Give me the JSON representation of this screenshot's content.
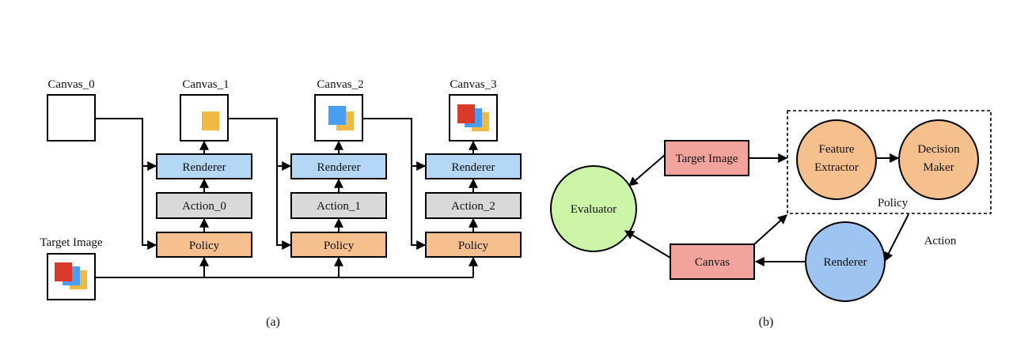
{
  "panel_a": {
    "canvases": [
      "Canvas_0",
      "Canvas_1",
      "Canvas_2",
      "Canvas_3"
    ],
    "target_label": "Target Image",
    "renderer_label": "Renderer",
    "policy_label": "Policy",
    "actions": [
      "Action_0",
      "Action_1",
      "Action_2"
    ],
    "caption": "(a)"
  },
  "panel_b": {
    "target_image": "Target Image",
    "feature_extractor_line1": "Feature",
    "feature_extractor_line2": "Extractor",
    "decision_maker_line1": "Decision",
    "decision_maker_line2": "Maker",
    "policy_label": "Policy",
    "evaluator": "Evaluator",
    "canvas": "Canvas",
    "renderer": "Renderer",
    "action_label": "Action",
    "caption": "(b)"
  },
  "colors": {
    "renderer_fill": "#b3d7f5",
    "action_fill": "#d9d9d9",
    "policy_fill": "#f6c08e",
    "target_fill": "#f2a49c",
    "evaluator_fill": "#cdf5a8",
    "renderer_circle_fill": "#9ec5f2",
    "stroke_red": "#d83a2b",
    "stroke_blue": "#4a9df0",
    "stroke_yellow": "#f0b944"
  }
}
